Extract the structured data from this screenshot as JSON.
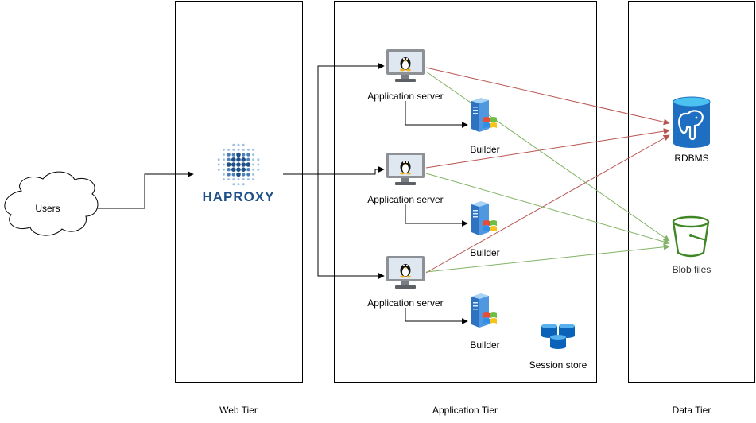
{
  "nodes": {
    "users": "Users",
    "app_servers": [
      "Application server",
      "Application server",
      "Application server"
    ],
    "builders": [
      "Builder",
      "Builder",
      "Builder"
    ],
    "rdbms": "RDBMS",
    "blob": "Blob files",
    "session": "Session store"
  },
  "logo": {
    "text": "HAPROXY"
  },
  "tiers": {
    "web": "Web Tier",
    "app": "Application Tier",
    "data": "Data Tier"
  },
  "colors": {
    "rdbms_link": "#b85450",
    "blob_link": "#82b366",
    "db_blue": "#1e6fc2",
    "bucket_green": "#3f8624",
    "haproxy_blue": "#1e4f87"
  },
  "icons": [
    "cloud-icon",
    "linux-monitor-icon",
    "windows-server-icon",
    "postgres-database-icon",
    "bucket-icon",
    "haproxy-logo",
    "session-store-icon"
  ]
}
